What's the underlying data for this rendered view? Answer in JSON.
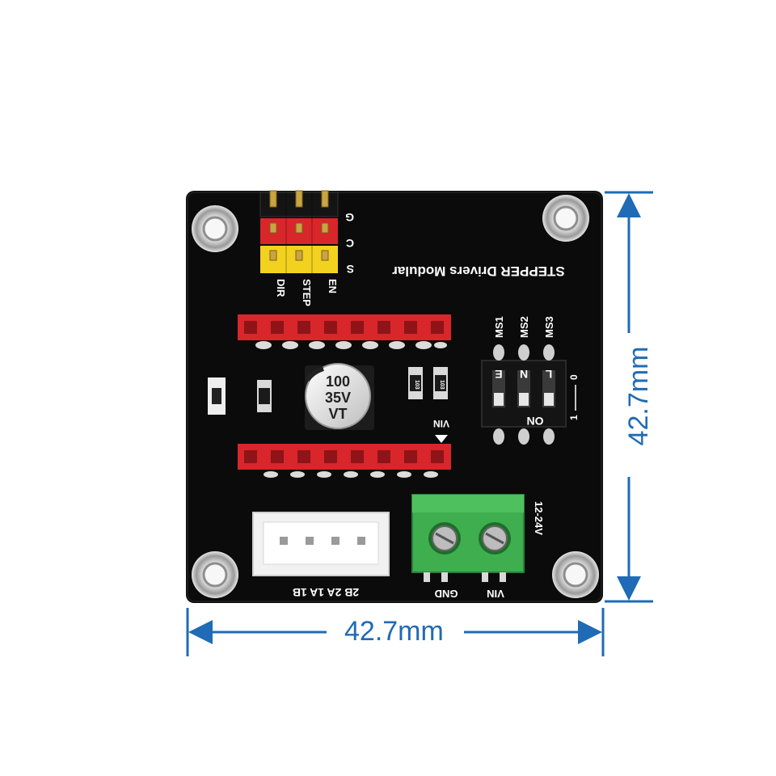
{
  "board": {
    "title": "STEPPER Drivers Modular",
    "control_header_labels": [
      "DIR",
      "STEP",
      "EN"
    ],
    "control_row_labels": [
      "G",
      "C",
      "S"
    ],
    "dip_switch_labels": [
      "MS1",
      "MS2",
      "MS3"
    ],
    "dip_lever_letters": [
      "E",
      "N",
      "L"
    ],
    "dip_on_label": "ON",
    "dip_state_labels": [
      "0",
      "1"
    ],
    "vin_marker": "VIN",
    "capacitor_lines": [
      "100",
      "35V",
      "VT"
    ],
    "resistor_code": "103",
    "motor_pins": "2B 2A 1A 1B",
    "power_voltage": "12-24V",
    "terminal_labels": [
      "GND",
      "VIN"
    ]
  },
  "dimensions": {
    "width_label": "42.7mm",
    "height_label": "42.7mm"
  },
  "colors": {
    "pcb": "#0b0b0b",
    "header_red": "#d8262b",
    "terminal_green": "#3fae4f",
    "dimension_blue": "#1f6bb5"
  }
}
